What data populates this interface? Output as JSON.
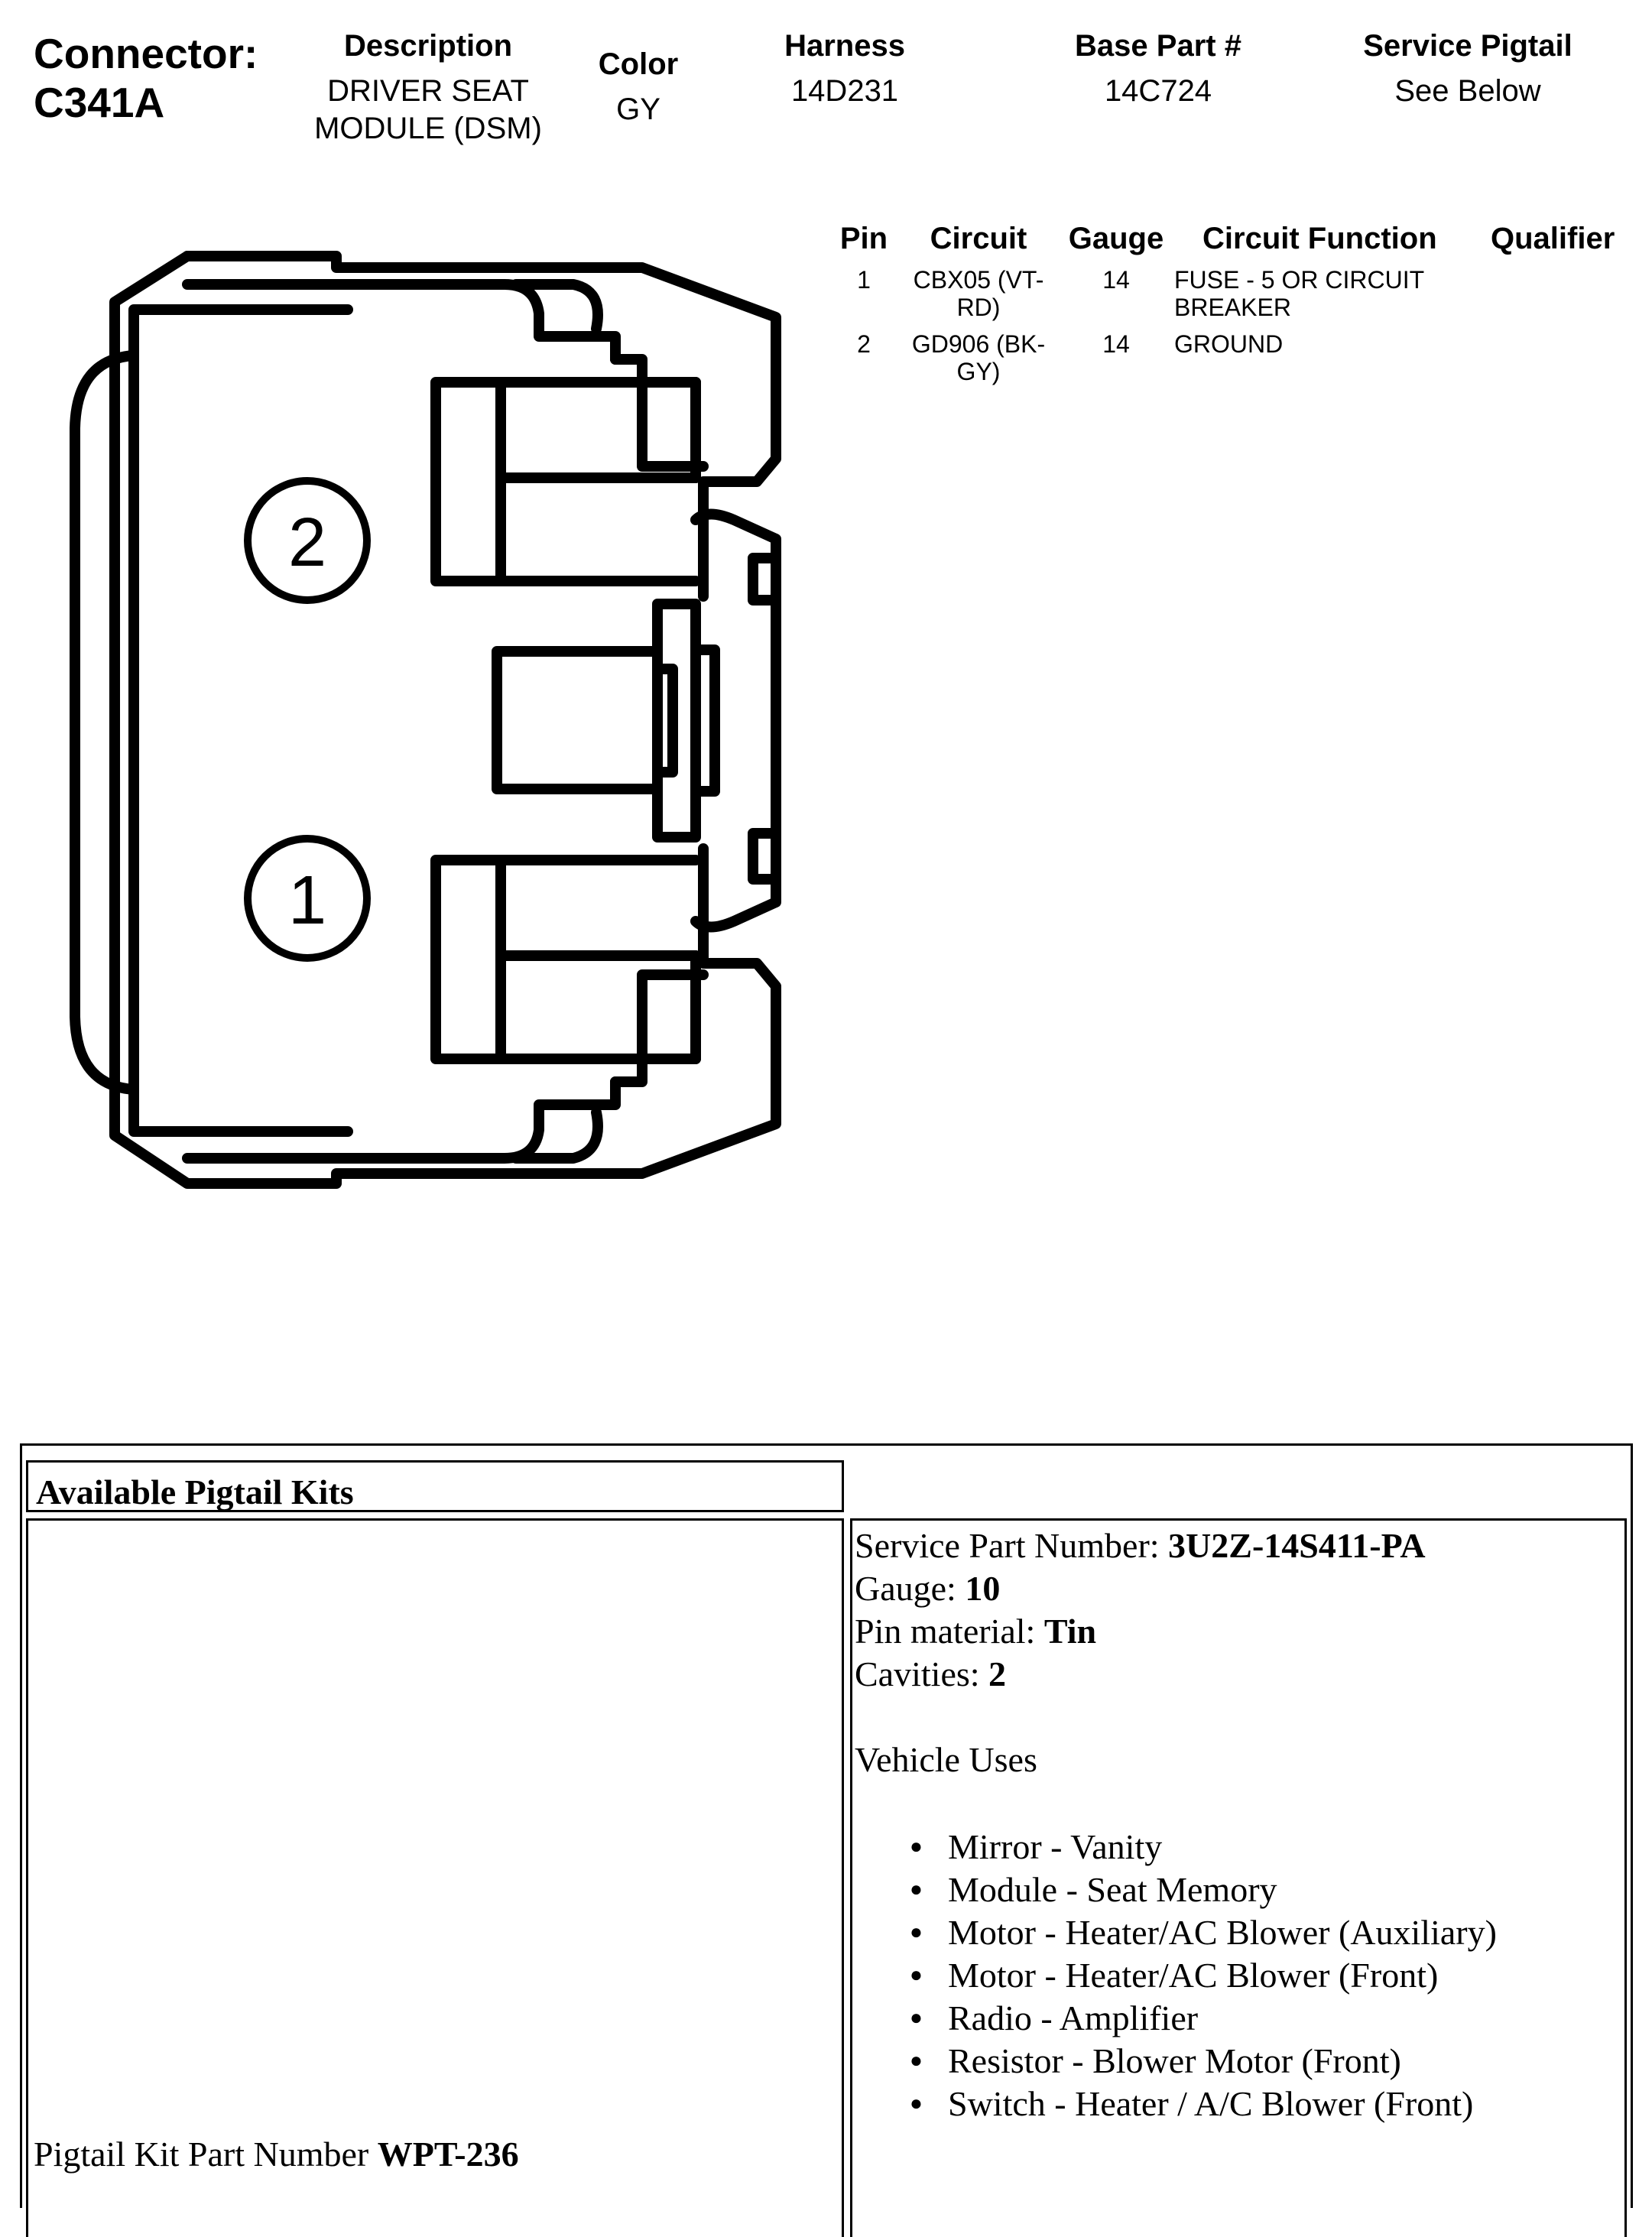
{
  "header": {
    "connector_label": "Connector:",
    "connector_id": "C341A",
    "description_label": "Description",
    "description_value": [
      "DRIVER SEAT",
      "MODULE (DSM)"
    ],
    "color_label": "Color",
    "color_value": "GY",
    "harness_label": "Harness",
    "harness_value": "14D231",
    "base_part_label": "Base Part #",
    "base_part_value": "14C724",
    "service_pigtail_label": "Service Pigtail",
    "service_pigtail_value": "See Below"
  },
  "pin_table": {
    "headers": [
      "Pin",
      "Circuit",
      "Gauge",
      "Circuit Function",
      "Qualifier"
    ],
    "rows": [
      {
        "pin": "1",
        "circuit": [
          "CBX05 (VT-",
          "RD)"
        ],
        "gauge": "14",
        "function": [
          "FUSE - 5 OR CIRCUIT",
          "BREAKER"
        ],
        "qualifier": ""
      },
      {
        "pin": "2",
        "circuit": [
          "GD906 (BK-",
          "GY)"
        ],
        "gauge": "14",
        "function": [
          "GROUND"
        ],
        "qualifier": ""
      }
    ]
  },
  "connector_view": {
    "pin_labels": [
      "2",
      "1"
    ]
  },
  "pigtail": {
    "section_title": "Available Pigtail Kits",
    "kit_part_label": "Pigtail Kit Part Number ",
    "kit_part_value": "WPT-236",
    "service_part_label": "Service Part Number: ",
    "service_part_value": "3U2Z-14S411-PA",
    "gauge_label": "Gauge: ",
    "gauge_value": "10",
    "pin_material_label": "Pin material: ",
    "pin_material_value": "Tin",
    "cavities_label": "Cavities: ",
    "cavities_value": "2",
    "vehicle_uses_label": "Vehicle Uses",
    "vehicle_uses": [
      "Mirror - Vanity",
      "Module - Seat Memory",
      "Motor - Heater/AC Blower (Auxiliary)",
      "Motor - Heater/AC Blower (Front)",
      "Radio - Amplifier",
      "Resistor - Blower Motor (Front)",
      "Switch - Heater / A/C Blower (Front)"
    ]
  }
}
